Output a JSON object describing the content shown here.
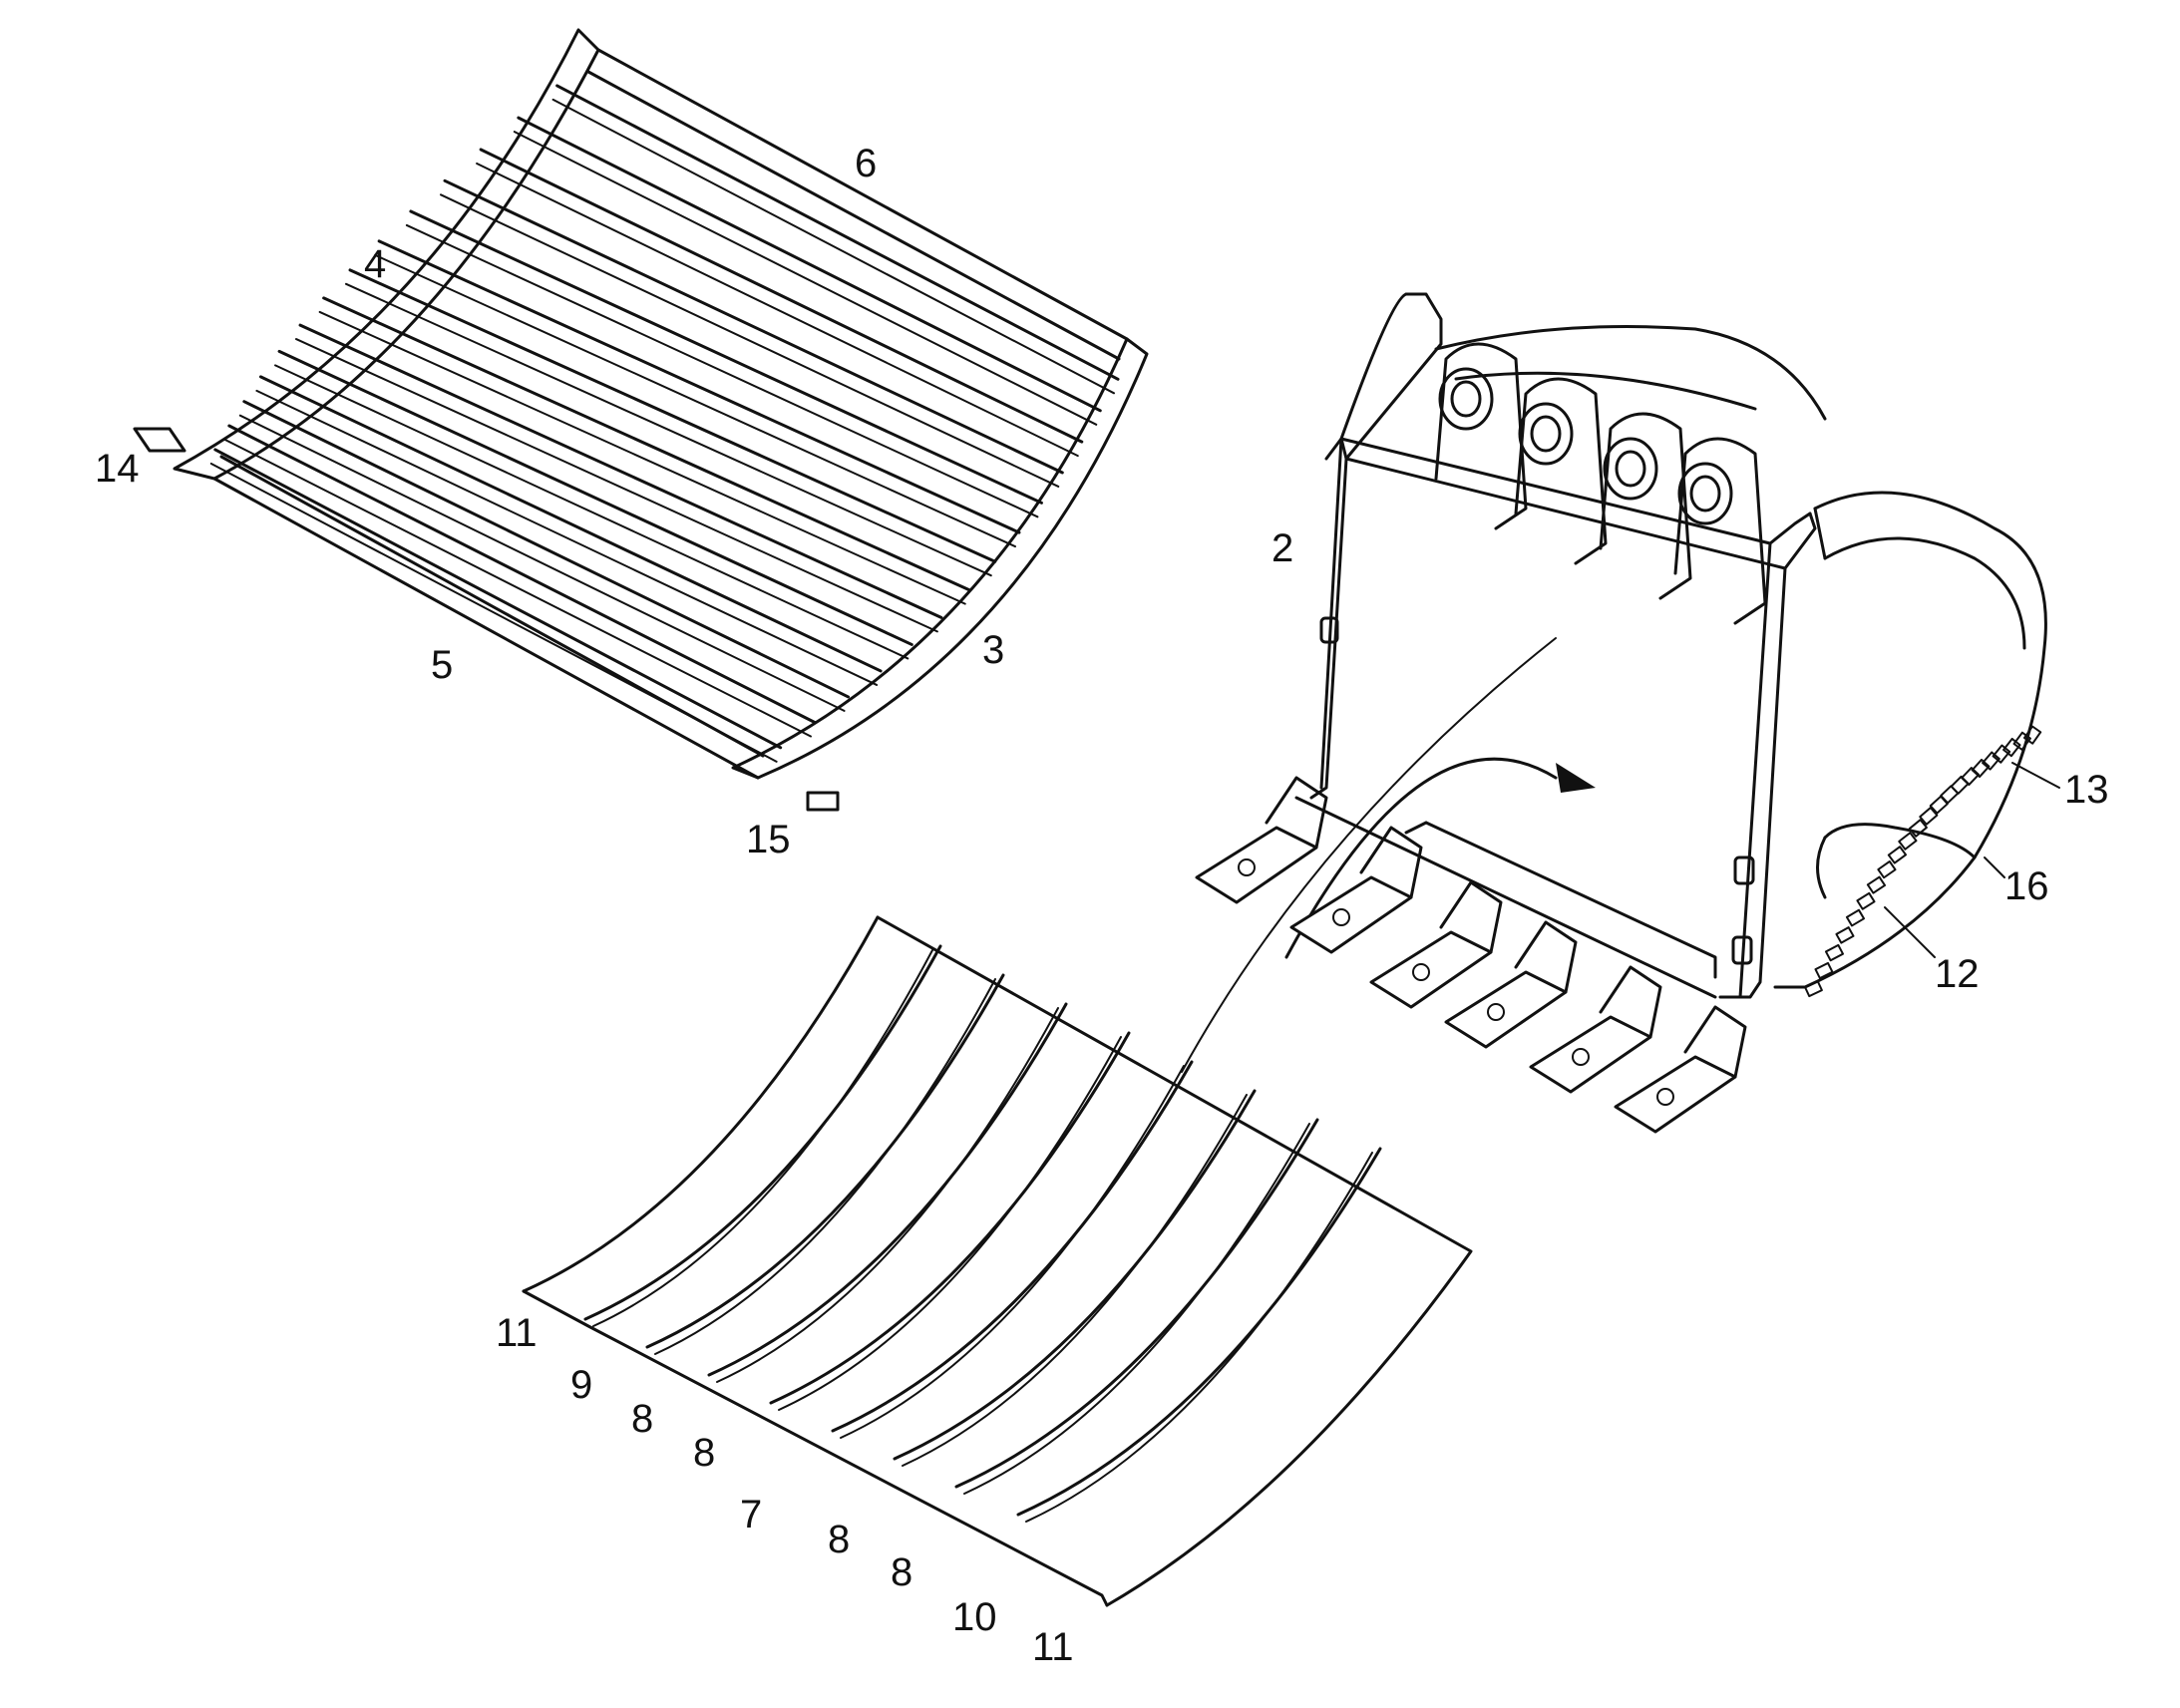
{
  "figure": {
    "callouts": [
      {
        "id": "c2",
        "text": "2"
      },
      {
        "id": "c3",
        "text": "3"
      },
      {
        "id": "c4",
        "text": "4"
      },
      {
        "id": "c5",
        "text": "5"
      },
      {
        "id": "c6",
        "text": "6"
      },
      {
        "id": "c7",
        "text": "7"
      },
      {
        "id": "c8a",
        "text": "8"
      },
      {
        "id": "c8b",
        "text": "8"
      },
      {
        "id": "c8c",
        "text": "8"
      },
      {
        "id": "c8d",
        "text": "8"
      },
      {
        "id": "c9",
        "text": "9"
      },
      {
        "id": "c10",
        "text": "10"
      },
      {
        "id": "c11a",
        "text": "11"
      },
      {
        "id": "c11b",
        "text": "11"
      },
      {
        "id": "c12",
        "text": "12"
      },
      {
        "id": "c13",
        "text": "13"
      },
      {
        "id": "c14",
        "text": "14"
      },
      {
        "id": "c15",
        "text": "15"
      },
      {
        "id": "c16",
        "text": "16"
      }
    ],
    "line_color": "#111111",
    "background": "#ffffff"
  }
}
